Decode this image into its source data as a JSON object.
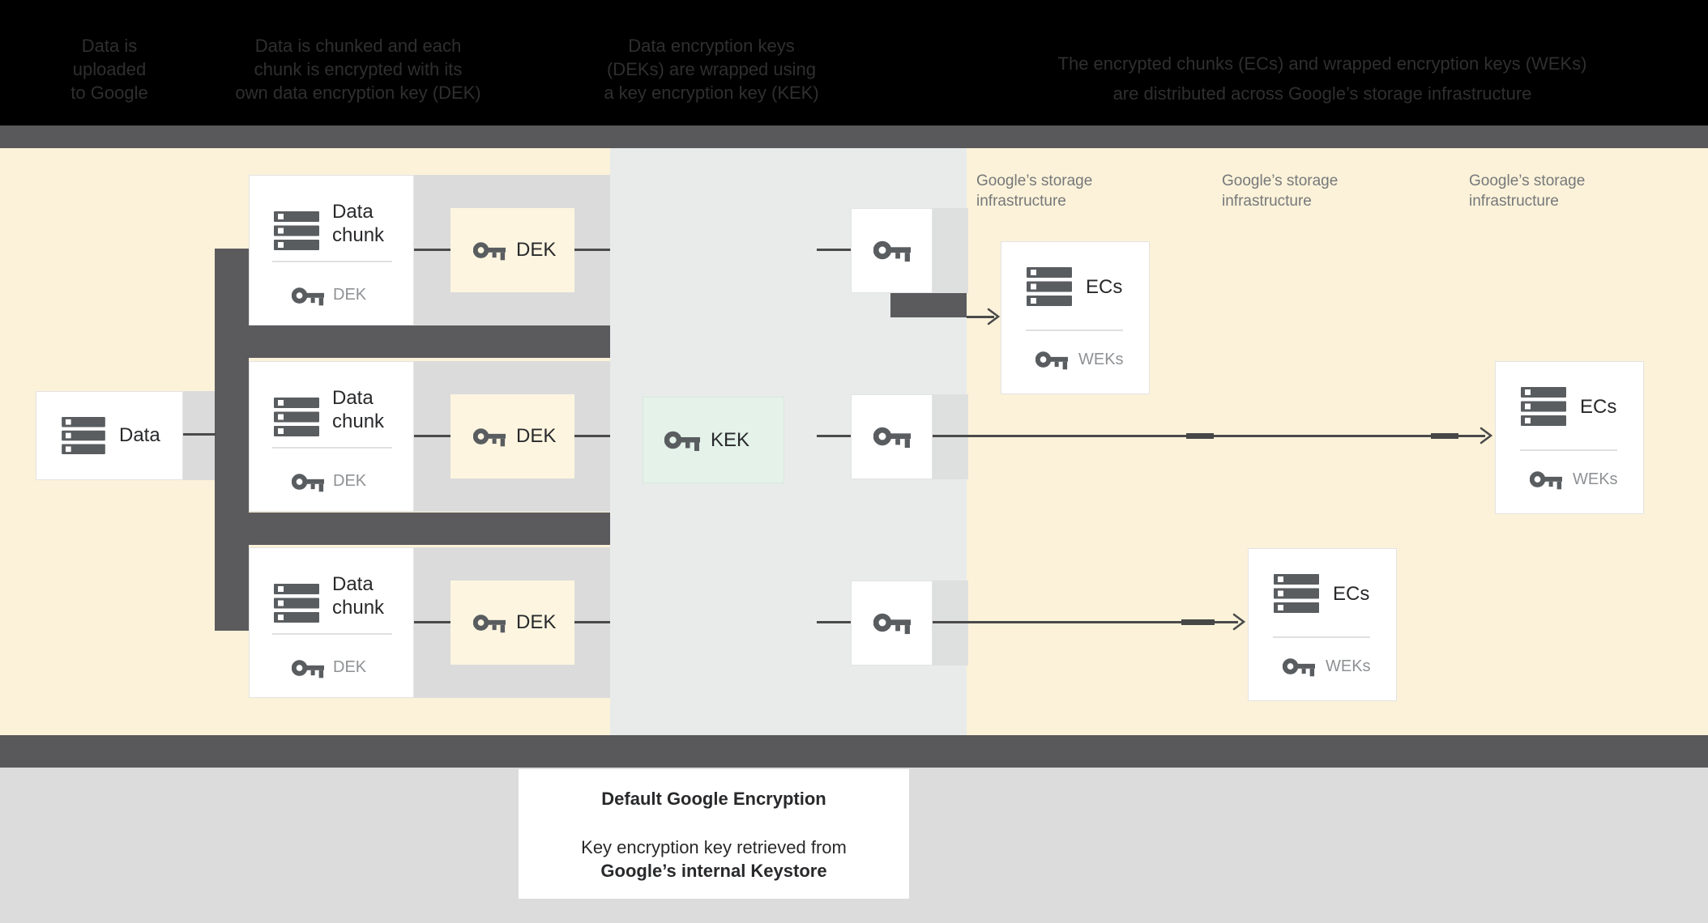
{
  "colors": {
    "header-bg": "#000000",
    "bar": "#59595B",
    "cream": "#FBF2D9",
    "mid": "#E8EBEA",
    "band": "#DBDBDB",
    "band-mid": "#DEDFDF",
    "connector": "#5B5B5E",
    "line": "#4A4A4A",
    "box-border": "#E3E3E3",
    "dek-fill": "#FDF5E0",
    "kek-fill": "#E4F2E9",
    "kek-border": "#D8E9DE",
    "icon": "#595D60",
    "text-dark": "#28292B",
    "text-gray": "#8E9194",
    "storage-text": "#76787A",
    "caption-text": "#2F2F2F",
    "footer-bg": "#DCDCDC",
    "divider": "#E0E0E0"
  },
  "header": {
    "captions": [
      {
        "lines": [
          "Data is",
          "uploaded",
          "to Google"
        ]
      },
      {
        "lines": [
          "Data is chunked and each",
          "chunk is encrypted with its",
          "own data encryption key (DEK)"
        ]
      },
      {
        "lines": [
          "Data encryption keys",
          "(DEKs) are wrapped using",
          "a key encryption key (KEK)"
        ]
      },
      {
        "lines": [
          "The encrypted chunks (ECs) and wrapped encryption keys (WEKs)",
          "are distributed across Google’s storage infrastructure"
        ]
      }
    ]
  },
  "diagram": {
    "data_box": {
      "label": "Data"
    },
    "chunk_boxes": [
      {
        "line1": "Data",
        "line2": "chunk",
        "key_label": "DEK"
      },
      {
        "line1": "Data",
        "line2": "chunk",
        "key_label": "DEK"
      },
      {
        "line1": "Data",
        "line2": "chunk",
        "key_label": "DEK"
      }
    ],
    "dek_boxes": [
      {
        "label": "DEK"
      },
      {
        "label": "DEK"
      },
      {
        "label": "DEK"
      }
    ],
    "kek_box": {
      "label": "KEK"
    },
    "storage_labels": [
      {
        "lines": [
          "Google’s storage",
          "infrastructure"
        ]
      },
      {
        "lines": [
          "Google’s storage",
          "infrastructure"
        ]
      },
      {
        "lines": [
          "Google’s storage",
          "infrastructure"
        ]
      }
    ],
    "ecs_boxes": [
      {
        "label": "ECs",
        "key_label": "WEKs"
      },
      {
        "label": "ECs",
        "key_label": "WEKs"
      },
      {
        "label": "ECs",
        "key_label": "WEKs"
      }
    ]
  },
  "footer": {
    "title": "Default Google Encryption",
    "line1": "Key encryption key retrieved from",
    "line2": "Google’s internal Keystore"
  }
}
